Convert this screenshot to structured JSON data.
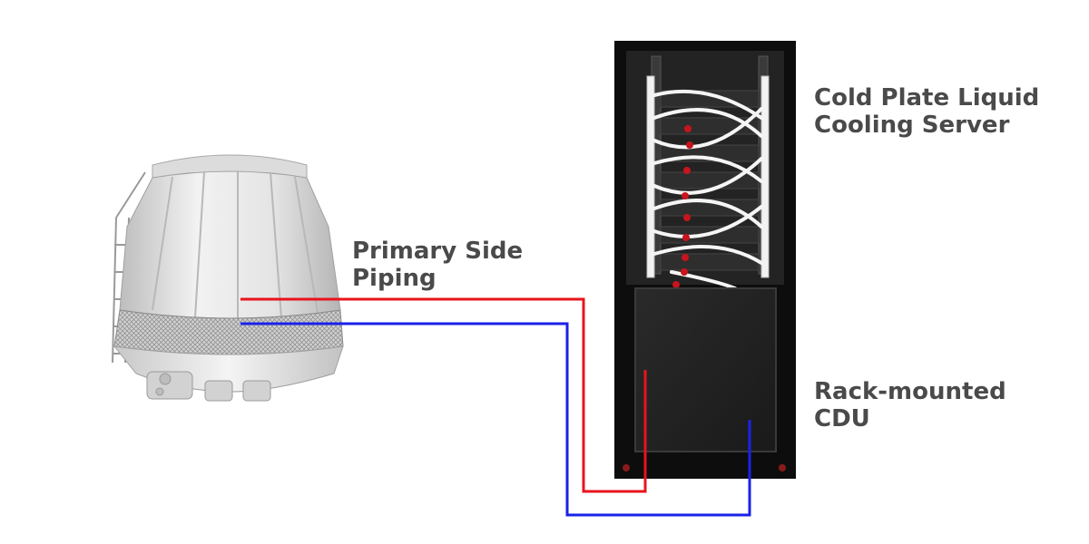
{
  "labels": {
    "server": [
      "Cold Plate Liquid",
      "Cooling Server"
    ],
    "piping": [
      "Primary Side",
      "Piping"
    ],
    "cdu": [
      "Rack-mounted",
      "CDU"
    ]
  },
  "colors": {
    "supply_pipe": "#e8141c",
    "return_pipe": "#1a22e8",
    "label_text": "#4a4a4a",
    "rack_body": "#141414",
    "tower_body": "#e6e6e6"
  },
  "components": {
    "cooling_tower": "cooling-tower-illustration",
    "server_rack": "server-rack-illustration"
  }
}
